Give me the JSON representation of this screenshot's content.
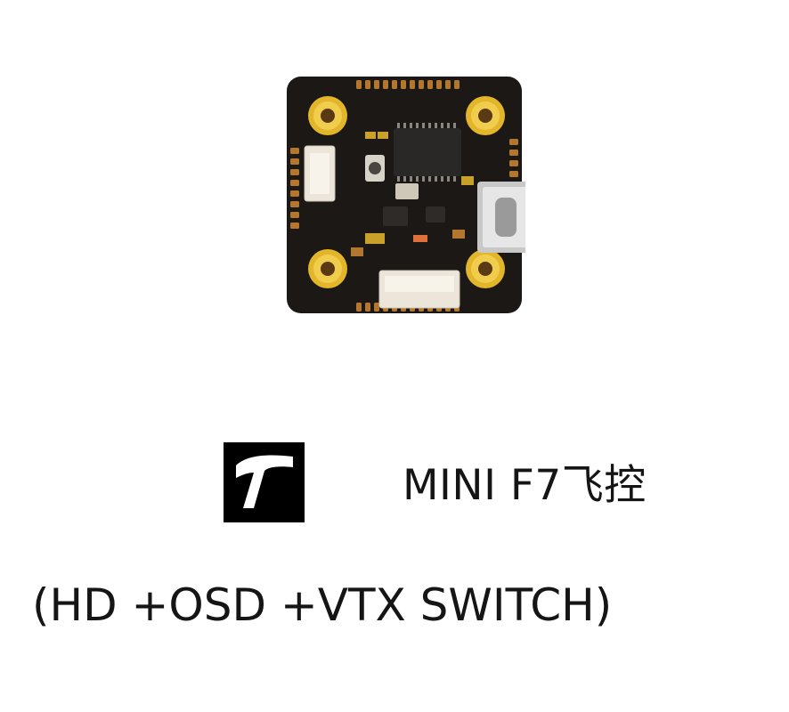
{
  "product": {
    "image_label": "flight-controller-board",
    "colors": {
      "pcb": "#1a1816",
      "gold": "#c9a12a",
      "copper": "#b3762f",
      "connector": "#ece6da"
    }
  },
  "brand": {
    "logo_letter": "T",
    "logo_bg": "#000000",
    "logo_fg": "#ffffff"
  },
  "caption": {
    "title": "MINI F7飞控",
    "subtitle": "(HD +OSD +VTX SWITCH)"
  }
}
